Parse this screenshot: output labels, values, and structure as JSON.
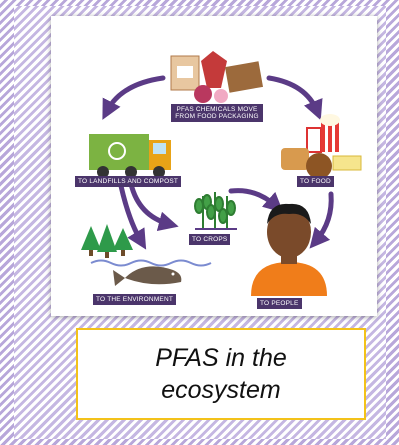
{
  "diagram": {
    "labels": {
      "source": "PFAS CHEMICALS MOVE FROM FOOD PACKAGING",
      "landfills": "TO LANDFILLS AND COMPOST",
      "food": "TO FOOD",
      "crops": "TO CROPS",
      "people": "TO PEOPLE",
      "environment": "TO THE ENVIRONMENT"
    },
    "colors": {
      "arrow": "#5b3b86",
      "label_bg": "#4b356b",
      "truck": "#7cb342",
      "skin": "#7a4a2a",
      "shirt": "#f07d1a"
    }
  },
  "caption": {
    "text": "PFAS in the ecosystem",
    "border_color": "#f3c21a"
  }
}
